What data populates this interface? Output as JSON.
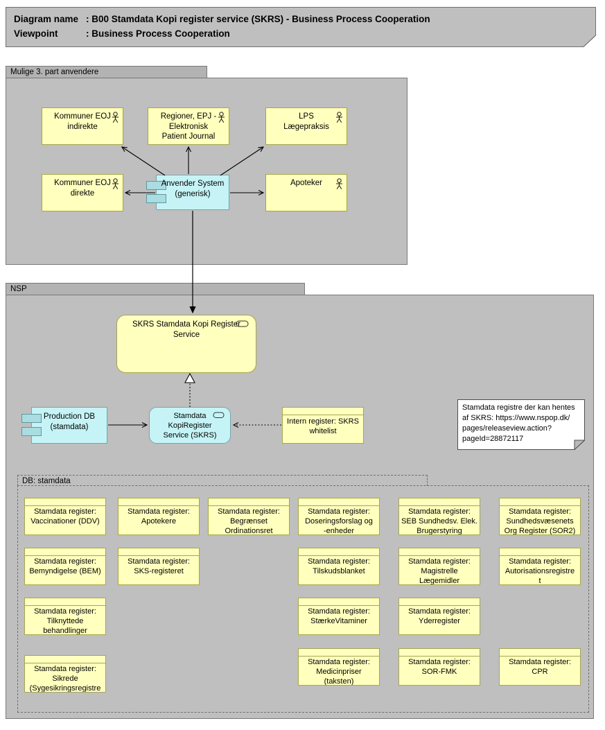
{
  "title_note": {
    "rows": [
      {
        "label": "Diagram name",
        "value": ": B00 Stamdata Kopi register service (SKRS) - Business Process Cooperation"
      },
      {
        "label": "Viewpoint",
        "value": ": Business Process Cooperation"
      }
    ]
  },
  "groups": {
    "third_party": {
      "label": "Mulige 3. part anvendere"
    },
    "nsp": {
      "label": "NSP"
    },
    "db": {
      "label": "DB: stamdata"
    }
  },
  "actors": {
    "kommuner_indirekte": {
      "text": "Kommuner EOJ\nindirekte"
    },
    "regioner_epj": {
      "text": "Regioner, EPJ -\nElektronisk\nPatient Journal"
    },
    "lps": {
      "text": "LPS\nLægepraksis"
    },
    "kommuner_direkte": {
      "text": "Kommuner EOJ\ndirekte"
    },
    "apoteker": {
      "text": "Apoteker"
    }
  },
  "components": {
    "anvender_system": {
      "text": "Anvender System\n(generisk)"
    },
    "production_db": {
      "text": "Production DB\n(stamdata)"
    }
  },
  "services": {
    "skrs_service": {
      "text": "SKRS Stamdata Kopi Register\nService"
    },
    "stamdata_kopiregister": {
      "text": "Stamdata\nKopiRegister\nService (SKRS)"
    }
  },
  "objects": {
    "intern_register": {
      "text": "Intern register: SKRS\nwhitelist"
    }
  },
  "note": {
    "text": "Stamdata registre der kan hentes\naf SKRS: https://www.nspop.dk/\npages/releaseview.action?\npageId=28872117"
  },
  "registers": [
    {
      "text": "Stamdata register:\nVaccinationer (DDV)"
    },
    {
      "text": "Stamdata register:\nApotekere"
    },
    {
      "text": "Stamdata register:\nBegrænset\nOrdinationsret"
    },
    {
      "text": "Stamdata register:\nDoseringsforslag og\n-enheder"
    },
    {
      "text": "Stamdata register:\nSEB Sundhedsv. Elek.\nBrugerstyring"
    },
    {
      "text": "Stamdata register:\nSundhedsvæsenets\nOrg Register (SOR2)"
    },
    {
      "text": "Stamdata register:\nBemyndigelse (BEM)"
    },
    {
      "text": "Stamdata register:\nSKS-registeret"
    },
    {
      "text": "Stamdata register:\nTilskudsblanket"
    },
    {
      "text": "Stamdata register:\nMagistrelle\nLægemidler"
    },
    {
      "text": "Stamdata register:\nAutorisationsregistre\nt"
    },
    {
      "text": "Stamdata register:\nTilknyttede\nbehandlinger"
    },
    {
      "text": "Stamdata register:\nStærkeVitaminer"
    },
    {
      "text": "Stamdata register:\nYderregister"
    },
    {
      "text": "Stamdata register:\nSikrede\n(Sygesikringsregistre"
    },
    {
      "text": "Stamdata register:\nMedicinpriser\n(taksten)"
    },
    {
      "text": "Stamdata register:\nSOR-FMK"
    },
    {
      "text": "Stamdata register:\nCPR"
    }
  ],
  "icons": {
    "actor": "stick-figure",
    "service": "rounded-lozenge",
    "component": "two-side-tabs",
    "note": "folded-corner-rectangle"
  },
  "colors": {
    "business_fill": "#ffffbe",
    "business_border": "#a6a651",
    "application_fill": "#c6f4f6",
    "application_border": "#75a3ad",
    "group_fill": "#bfbfbf",
    "group_tab_fill": "#b3b3b3",
    "group_border": "#787878",
    "note_fill": "#ffffff",
    "line_color": "#000000",
    "background": "#ffffff"
  }
}
